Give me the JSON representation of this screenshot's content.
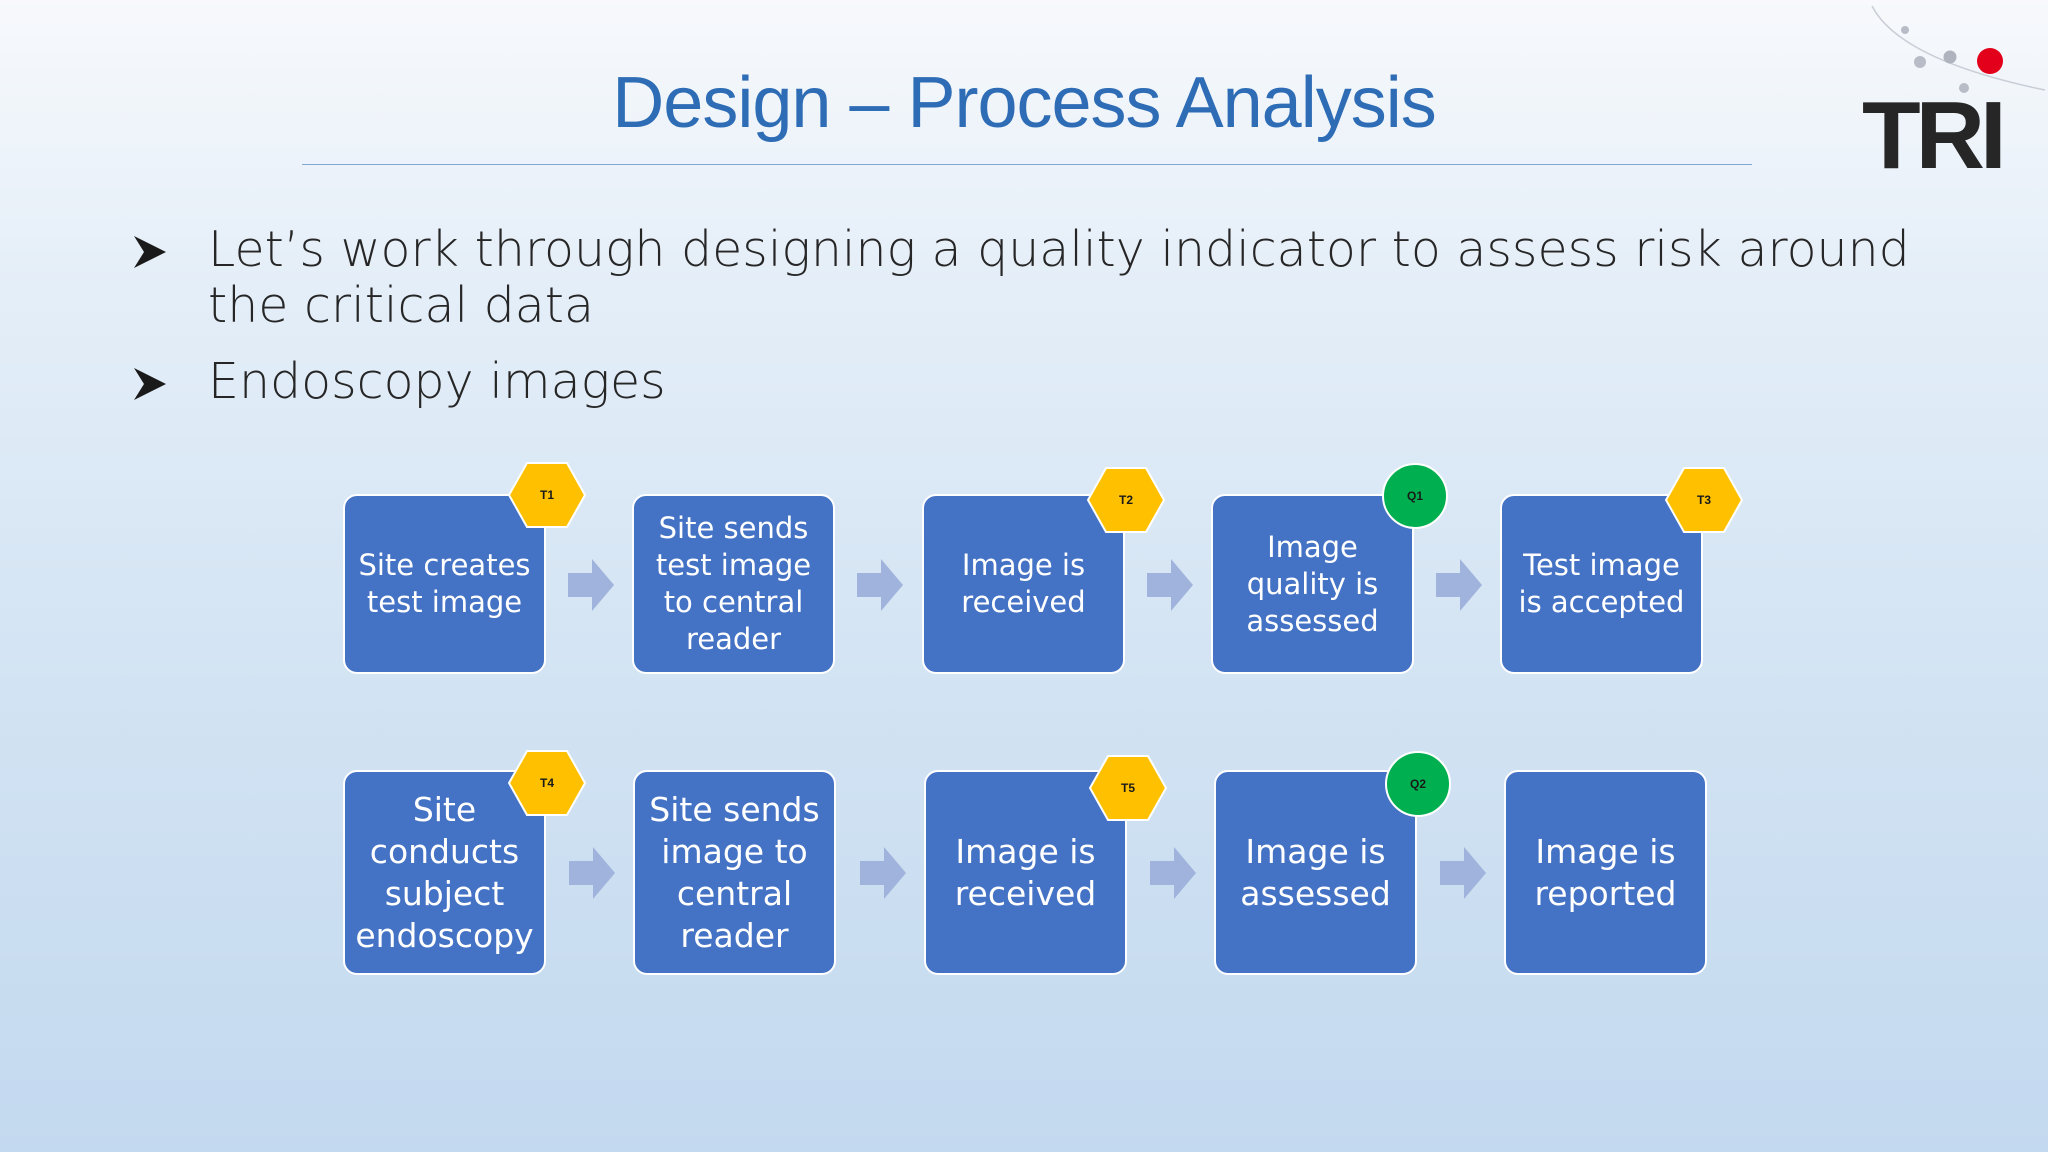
{
  "slide": {
    "title": "Design – Process Analysis",
    "logo_text": "TRI"
  },
  "bullets": [
    "Let’s work through designing a quality indicator to assess risk around the critical data",
    "Endoscopy images"
  ],
  "colors": {
    "title": "#2e6db5",
    "step_fill": "#4472c4",
    "arrow": "#9fb3dc",
    "hex_badge": "#ffc000",
    "circle_badge": "#00b050",
    "logo_red": "#e3001b"
  },
  "process_rows": [
    {
      "steps": [
        {
          "text": "Site creates test image",
          "badge": {
            "label": "T1",
            "shape": "hexagon"
          }
        },
        {
          "text": "Site sends test image to central reader",
          "badge": null
        },
        {
          "text": "Image is received",
          "badge": {
            "label": "T2",
            "shape": "hexagon"
          }
        },
        {
          "text": "Image quality is assessed",
          "badge": {
            "label": "Q1",
            "shape": "circle"
          }
        },
        {
          "text": "Test image is accepted",
          "badge": {
            "label": "T3",
            "shape": "hexagon"
          }
        }
      ]
    },
    {
      "steps": [
        {
          "text": "Site conducts subject endoscopy",
          "badge": {
            "label": "T4",
            "shape": "hexagon"
          }
        },
        {
          "text": "Site sends image to central reader",
          "badge": null
        },
        {
          "text": "Image is received",
          "badge": {
            "label": "T5",
            "shape": "hexagon"
          }
        },
        {
          "text": "Image is assessed",
          "badge": {
            "label": "Q2",
            "shape": "circle"
          }
        },
        {
          "text": "Image is reported",
          "badge": null
        }
      ]
    }
  ]
}
